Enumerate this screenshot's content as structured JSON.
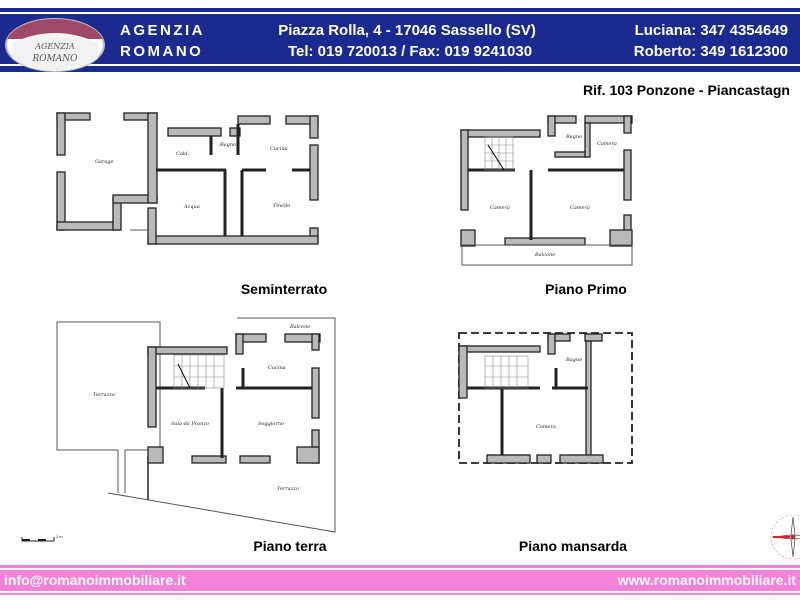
{
  "header": {
    "logo_text": "AGENZIA ROMANO",
    "brand_line1": "AGENZIA",
    "brand_line2": "ROMANO",
    "address": "Piazza Rolla, 4 - 17046 Sassello (SV)",
    "phones": "Tel: 019 720013 / Fax: 019 9241030",
    "contact1": "Luciana: 347 4354649",
    "contact2": "Roberto: 349 1612300",
    "color": "#1b2a8f"
  },
  "reference": "Rif. 103 Ponzone - Piancastagn",
  "floors": [
    {
      "title": "Seminterrato",
      "rooms": [
        "Garage",
        "Cald.",
        "Bagno",
        "Cucina",
        "Acqua",
        "Tinello"
      ]
    },
    {
      "title": "Piano Primo",
      "rooms": [
        "Bagno",
        "Camera",
        "Camera",
        "Camera",
        "Balcone"
      ]
    },
    {
      "title": "Piano terra",
      "rooms": [
        "Balcone",
        "Cucina",
        "Terrazzo",
        "Sala da Pranzo",
        "Soggiorno",
        "Terrazzo"
      ]
    },
    {
      "title": "Piano mansarda",
      "rooms": [
        "Bagno",
        "Camera"
      ]
    }
  ],
  "scale_label": "2 m",
  "icons": {
    "compass": "compass-rose-icon",
    "scale": "scale-bar-icon"
  },
  "footer": {
    "email": "info@romanoimmobiliare.it",
    "website": "www.romanoimmobiliare.it",
    "color": "#f482d8"
  }
}
